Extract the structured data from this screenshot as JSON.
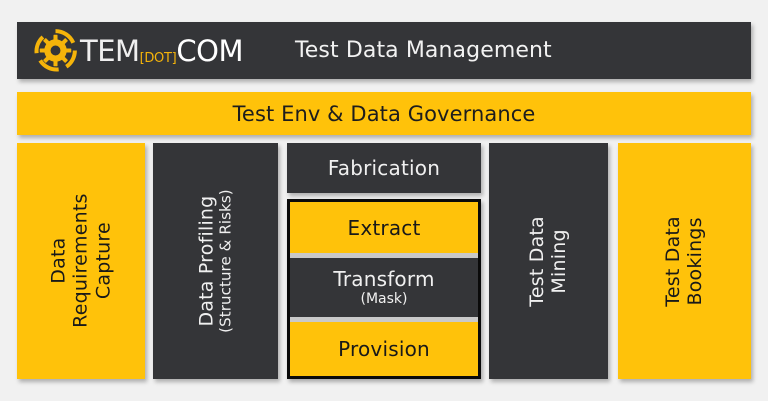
{
  "colors": {
    "accent_yellow": "#ffc20a",
    "dark_panel": "#343538",
    "page_background": "#f1f1f1",
    "group_border": "#0a0a0a",
    "light_text": "#f0f0f0",
    "dark_text": "#191919"
  },
  "header": {
    "logo": {
      "icon": "gear-icon",
      "text_primary": "TEM",
      "text_dot": "[DOT]",
      "text_secondary": "COM"
    },
    "title": "Test Data Management"
  },
  "governance": {
    "label": "Test Env & Data Governance"
  },
  "pillars": [
    {
      "id": "data-requirements-capture",
      "line1": "Data",
      "line2": "Requirements",
      "line3": "Capture",
      "style": "yellow"
    },
    {
      "id": "data-profiling",
      "line1": "Data Profiling",
      "sub": "(Structure & Risks)",
      "style": "dark"
    },
    {
      "id": "test-data-mining",
      "line1": "Test Data",
      "line2": "Mining",
      "style": "dark"
    },
    {
      "id": "test-data-bookings",
      "line1": "Test Data",
      "line2": "Bookings",
      "style": "yellow"
    }
  ],
  "center": {
    "fabrication": {
      "label": "Fabrication",
      "style": "dark"
    },
    "etl_group": [
      {
        "id": "extract",
        "label": "Extract",
        "sub": "",
        "style": "yellow"
      },
      {
        "id": "transform",
        "label": "Transform",
        "sub": "(Mask)",
        "style": "dark"
      },
      {
        "id": "provision",
        "label": "Provision",
        "sub": "",
        "style": "yellow"
      }
    ]
  }
}
